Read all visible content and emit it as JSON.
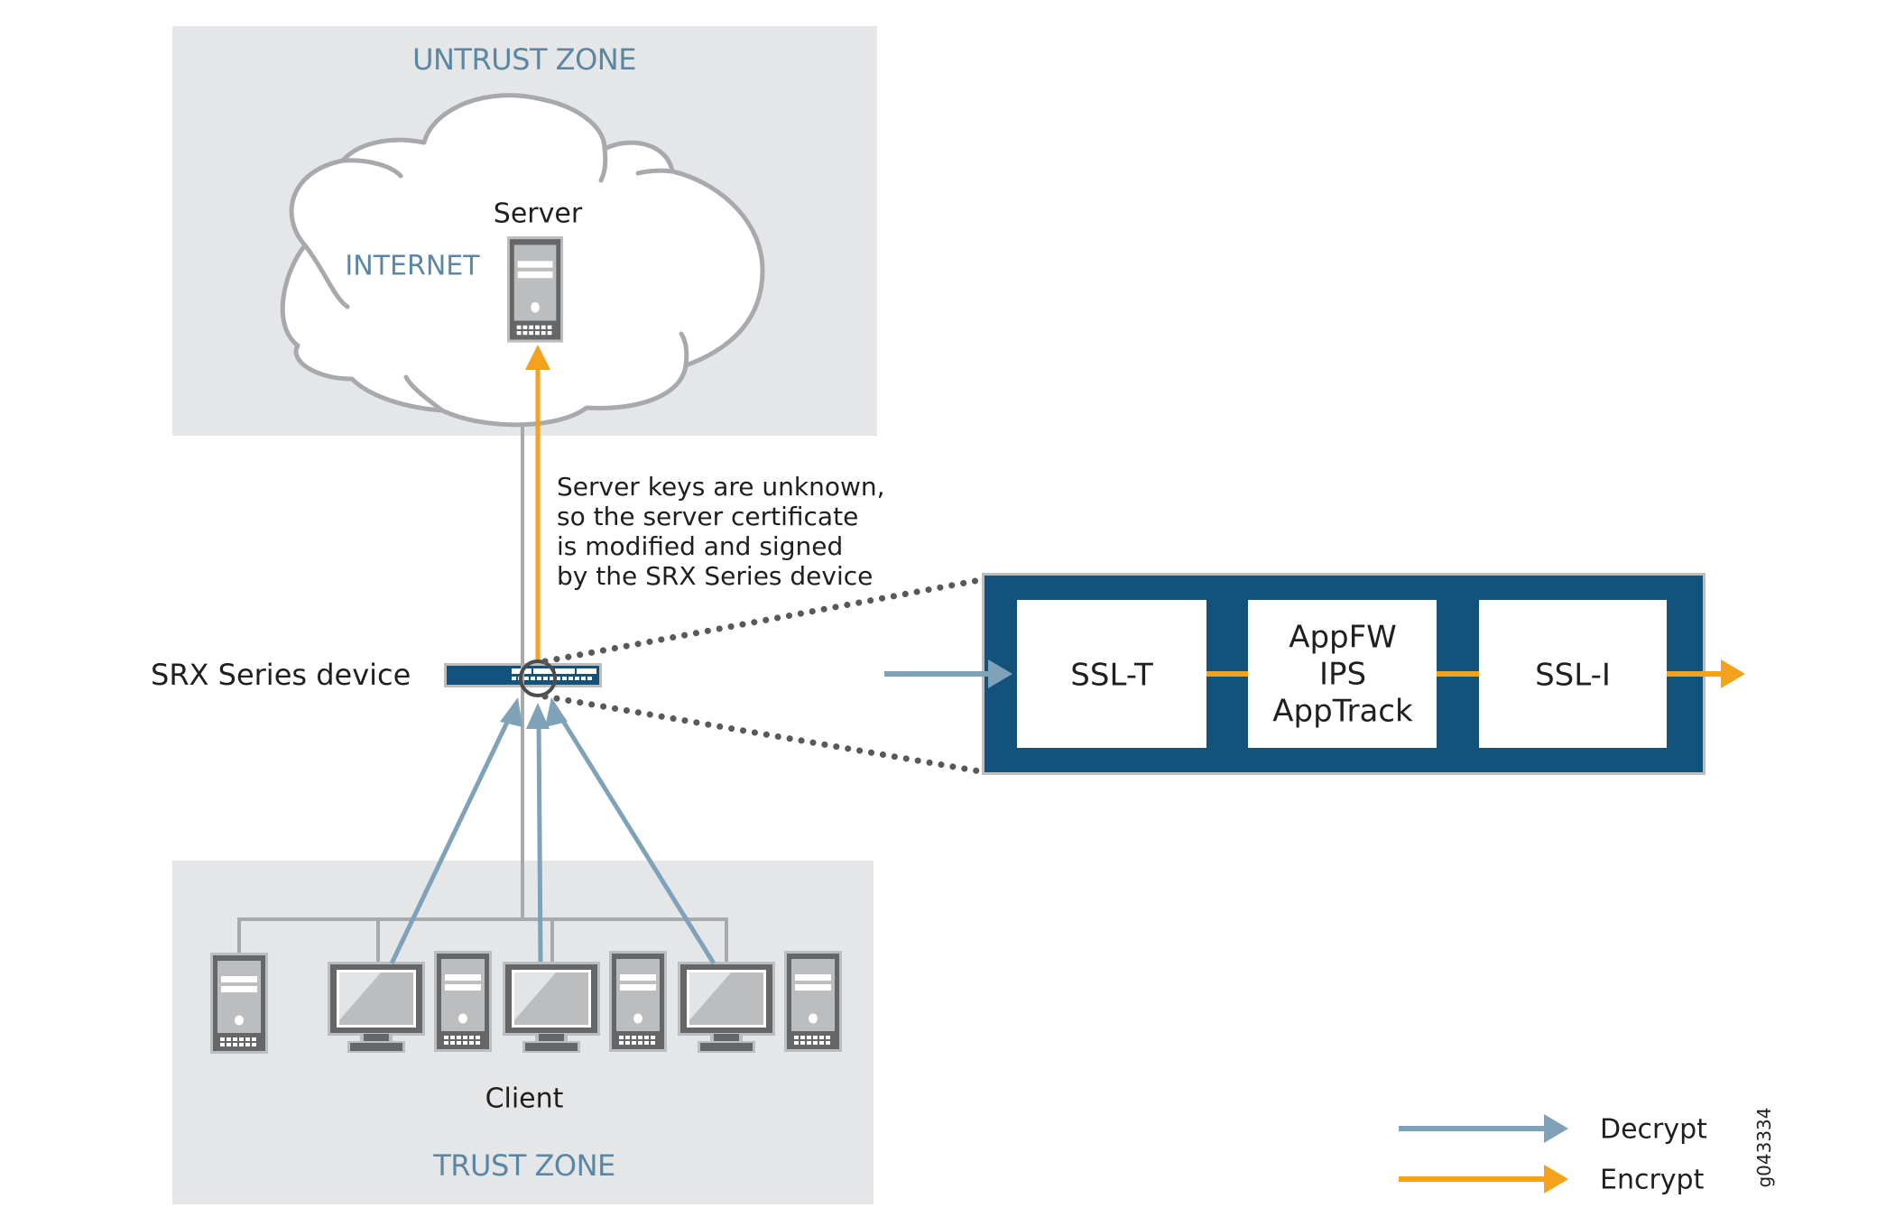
{
  "colors": {
    "zone_bg": "#e5e6e8",
    "zone_text": "#5b87a3",
    "decrypt": "#7fa2b9",
    "encrypt": "#f4a21d",
    "panel": "#13527b",
    "device_gray": "#656668",
    "device_light": "#bcbdbf",
    "line_gray": "#a7a9ac"
  },
  "untrust_zone": {
    "title": "UNTRUST ZONE",
    "cloud_label": "INTERNET",
    "server_label": "Server"
  },
  "trust_zone": {
    "title": "TRUST ZONE",
    "client_label": "Client",
    "clients": [
      {
        "type": "tower-icon"
      },
      {
        "type": "monitor-icon"
      },
      {
        "type": "tower-icon"
      },
      {
        "type": "monitor-icon"
      },
      {
        "type": "tower-icon"
      },
      {
        "type": "monitor-icon"
      },
      {
        "type": "tower-icon"
      }
    ]
  },
  "srx": {
    "label": "SRX Series device"
  },
  "note": {
    "lines": [
      "Server keys are unknown,",
      "so the server certificate",
      "is modified and signed",
      "by the SRX Series device"
    ]
  },
  "pipeline": {
    "stages": [
      {
        "lines": [
          "SSL-T"
        ]
      },
      {
        "lines": [
          "AppFW",
          "IPS",
          "AppTrack"
        ]
      },
      {
        "lines": [
          "SSL-I"
        ]
      }
    ]
  },
  "legend": {
    "items": [
      {
        "label": "Decrypt",
        "kind": "decrypt"
      },
      {
        "label": "Encrypt",
        "kind": "encrypt"
      }
    ]
  },
  "figure_id": "g043334"
}
